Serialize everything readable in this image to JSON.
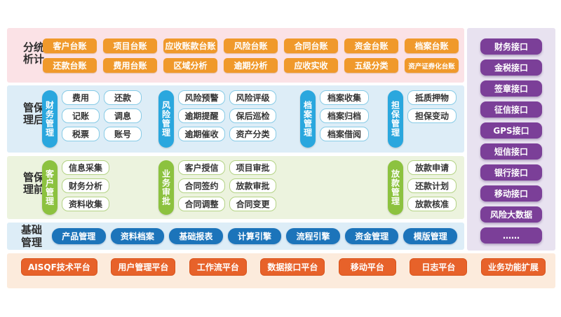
{
  "colors": {
    "stats_band": "#fbe2e6",
    "post_loan_band": "#ddedf7",
    "pre_loan_band": "#ecf3de",
    "base_band": "#ddedf7",
    "interface_band": "#e8e2f0",
    "platform_band": "#fcebdc",
    "orange_block": "#f0992b",
    "blue_pill": "#2aa7de",
    "green_pill": "#8cc23f",
    "blue_block": "#1c74ba",
    "red_block": "#e7622a",
    "purple_block": "#7b3f98"
  },
  "stats": {
    "label": "统计分析",
    "row1": [
      "客户台账",
      "项目台账",
      "应收账款台账",
      "风险台账",
      "合同台账",
      "资金台账",
      "档案台账"
    ],
    "row2": [
      "还款台账",
      "费用台账",
      "区域分析",
      "逾期分析",
      "应收实收",
      "五级分类",
      "资产证券化台账"
    ]
  },
  "post_loan": {
    "label": "保后管理",
    "groups": [
      {
        "name": "财务管理",
        "items": [
          "费用",
          "还款",
          "记账",
          "调息",
          "税票",
          "账号"
        ]
      },
      {
        "name": "风险管理",
        "items": [
          "风险预警",
          "风险评级",
          "逾期提醒",
          "保后巡检",
          "逾期催收",
          "资产分类"
        ]
      },
      {
        "name": "档案管理",
        "items": [
          "档案收集",
          "档案归档",
          "档案借阅"
        ]
      },
      {
        "name": "担保管理",
        "items": [
          "抵质押物",
          "担保变动"
        ]
      }
    ]
  },
  "pre_loan": {
    "label": "保前管理",
    "groups": [
      {
        "name": "客户管理",
        "items": [
          "信息采集",
          "财务分析",
          "资料收集"
        ]
      },
      {
        "name": "业务审批",
        "items": [
          "客户授信",
          "项目审批",
          "合同签约",
          "放款审批",
          "合同调整",
          "合同变更"
        ]
      },
      {
        "name": "放款管理",
        "items": [
          "放款申请",
          "还款计划",
          "放款核准"
        ]
      }
    ]
  },
  "base": {
    "label": "基础管理",
    "items": [
      "产品管理",
      "资料档案",
      "基础报表",
      "计算引擎",
      "流程引擎",
      "资金管理",
      "模版管理"
    ]
  },
  "platform": {
    "items": [
      "AISQF技术平台",
      "用户管理平台",
      "工作流平台",
      "数据接口平台",
      "移动平台",
      "日志平台",
      "业务功能扩展"
    ]
  },
  "interfaces": {
    "items": [
      "财务接口",
      "金税接口",
      "签章接口",
      "征信接口",
      "GPS接口",
      "短信接口",
      "银行接口",
      "移动接口",
      "风险大数据",
      "……"
    ]
  }
}
